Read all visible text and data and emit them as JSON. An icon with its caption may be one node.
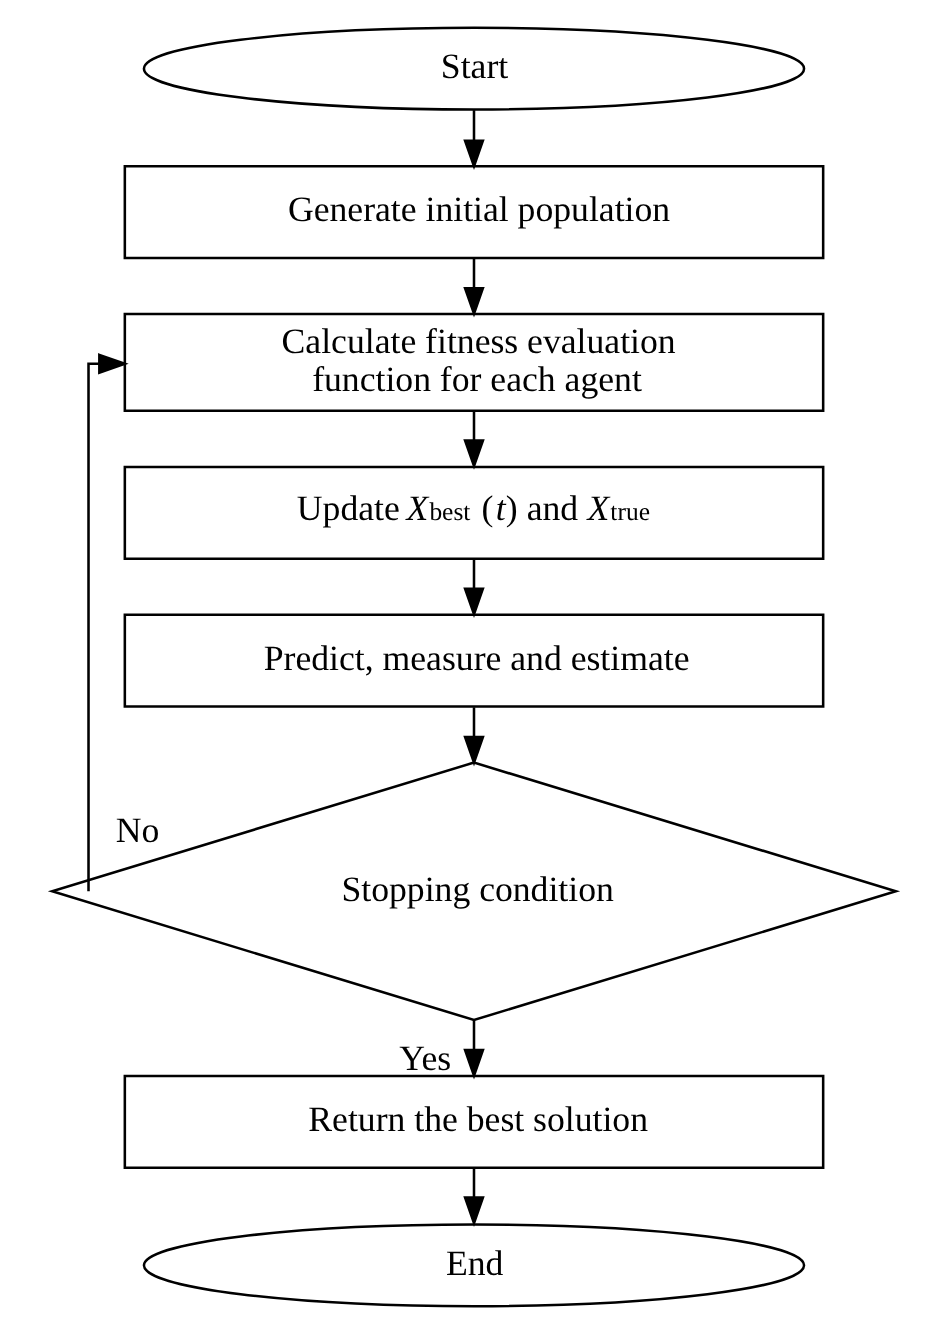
{
  "diagram": {
    "nodes": [
      {
        "text": [
          "Start"
        ]
      },
      {
        "text": [
          "Generate initial population"
        ]
      },
      {
        "text": [
          "Calculate fitness evaluation function for each agent"
        ]
      },
      {
        "text": [
          "Update *X*$_{best}$ (*t*) and *X*$_{true}$"
        ]
      },
      {
        "text": [
          "Predict, measure and estimate"
        ]
      },
      {
        "text": [
          "Stopping condition"
        ]
      },
      {
        "text": [
          "Return the best solution"
        ]
      },
      {
        "text": [
          "End"
        ]
      }
    ],
    "edges": [
      {
        "from": 0,
        "to": 1,
        "arrow": "to"
      },
      {
        "from": 1,
        "to": 2,
        "arrow": "to"
      },
      {
        "from": 2,
        "to": 3,
        "arrow": "to"
      },
      {
        "from": 3,
        "to": 4,
        "arrow": "to"
      },
      {
        "from": 4,
        "to": 5,
        "arrow": "to"
      },
      {
        "from": 5,
        "to": 6,
        "arrow": "to",
        "label": "Yes"
      },
      {
        "from": 6,
        "to": 7,
        "arrow": "to"
      },
      {
        "from": 5,
        "to": 2,
        "arrow": "to",
        "label": "No"
      }
    ]
  }
}
